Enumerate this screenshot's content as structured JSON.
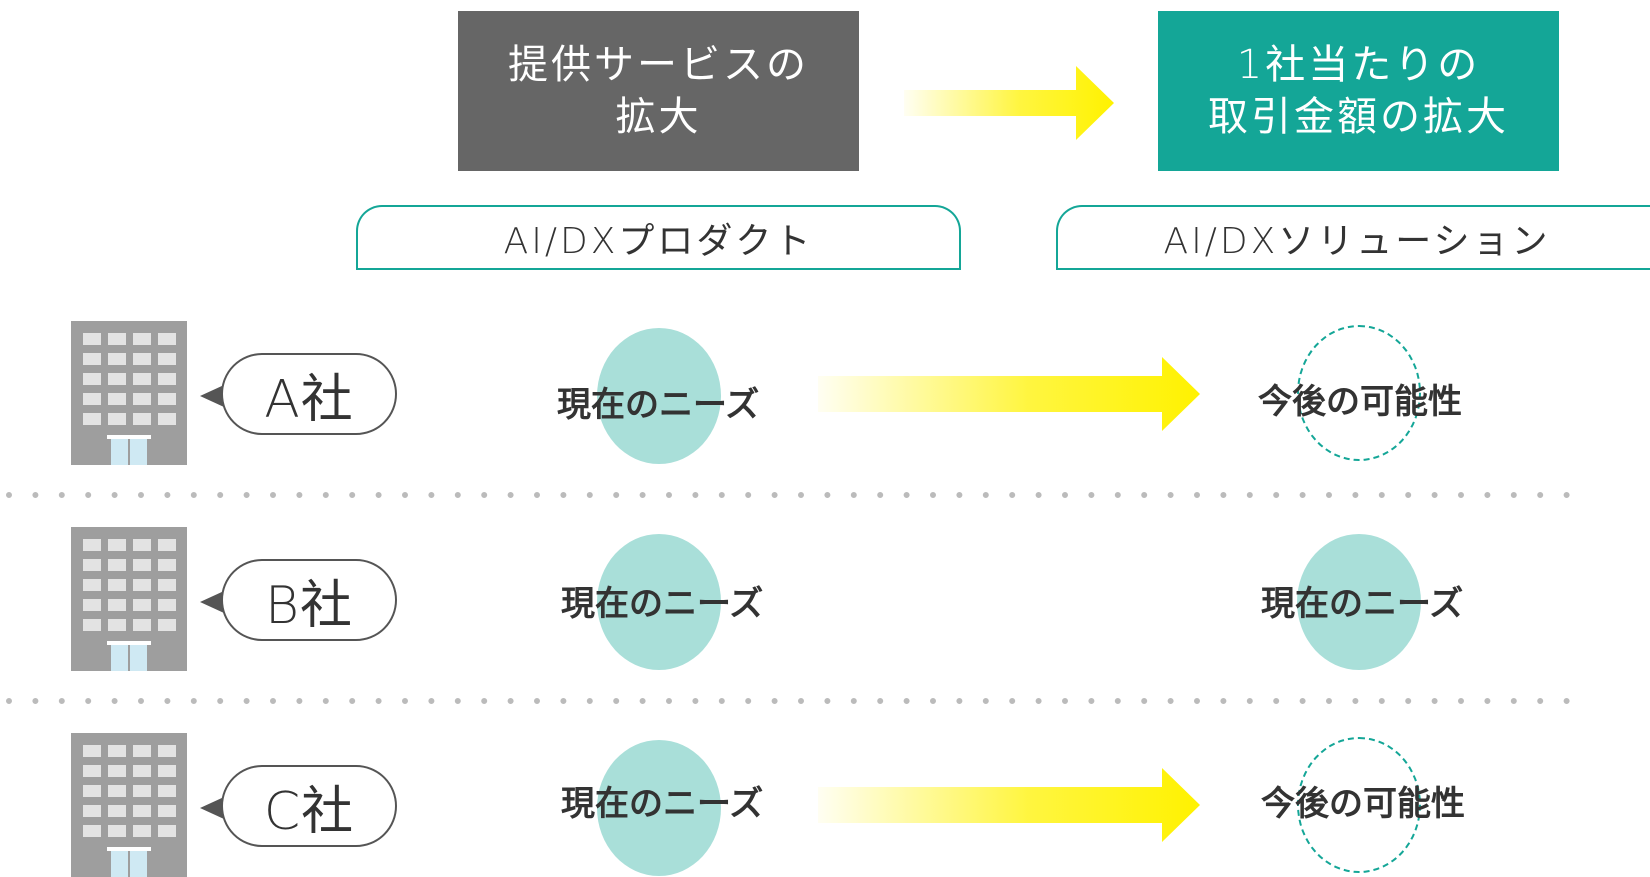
{
  "header": {
    "left_box": {
      "line1": "提供サービスの",
      "line2": "拡大"
    },
    "right_box": {
      "line1": "1社当たりの",
      "line2": "取引金額の拡大"
    }
  },
  "tabs": {
    "left": "AI/DXプロダクト",
    "right": "AI/DXソリューション"
  },
  "rows": [
    {
      "company": "A社",
      "current": "現在のニーズ",
      "future": "今後の可能性"
    },
    {
      "company": "B社",
      "current": "現在のニーズ",
      "future": "現在のニーズ"
    },
    {
      "company": "C社",
      "current": "現在のニーズ",
      "future": "今後の可能性"
    }
  ],
  "colors": {
    "accent": "#14A697",
    "dark_box": "#666666",
    "need_circle": "#A9DFD9",
    "arrow": "#FFF200"
  }
}
